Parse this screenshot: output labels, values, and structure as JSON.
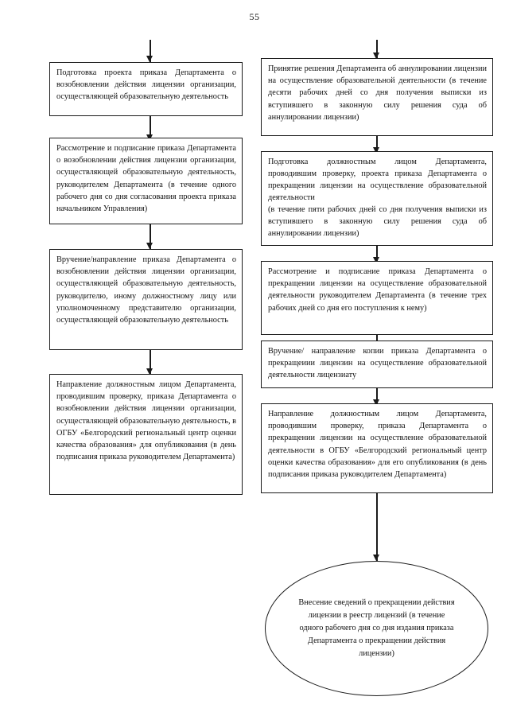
{
  "document": {
    "page_number": "55",
    "type": "flowchart",
    "language": "ru"
  },
  "left_column": {
    "nodes": [
      {
        "id": "left-1",
        "shape": "rectangle",
        "text": "Подготовка проекта приказа Департамента о возобновлении действия лицензии организации, осуществляющей образовательную деятельность"
      },
      {
        "id": "left-2",
        "shape": "rectangle",
        "text": "Рассмотрение и подписание приказа Департамента о возобновлении действия лицензии организации, осуществляющей образовательную деятельность, руководителем Департамента (в течение одного рабочего дня со дня согласования проекта приказа начальником Управления)"
      },
      {
        "id": "left-3",
        "shape": "rectangle",
        "text": "Вручение/направление приказа Департамента о возобновлении действия лицензии организации, осуществляющей образовательную деятельность, руководителю, иному должностному лицу или уполномоченному представителю организации, осуществляющей образовательную деятельность"
      },
      {
        "id": "left-4",
        "shape": "rectangle",
        "text": "Направление должностным лицом Департамента, проводившим проверку, приказа Департамента о возобновлении действия лицензии организации, осуществляющей образовательную деятельность, в ОГБУ «Белгородский региональный центр оценки качества образования» для опубликования (в день подписания приказа руководителем Департамента)"
      }
    ]
  },
  "right_column": {
    "nodes": [
      {
        "id": "right-1",
        "shape": "rectangle",
        "text": "Принятие решения Департамента об аннулировании лицензии на осуществление образовательной деятельности (в течение десяти рабочих дней со дня получения выписки из вступившего в законную силу решения суда об аннулировании лицензии)"
      },
      {
        "id": "right-2",
        "shape": "rectangle",
        "text": "Подготовка должностным лицом Департамента, проводившим проверку, проекта приказа Департамента о прекращении лицензии на осуществление образовательной деятельности"
      },
      {
        "id": "right-2b",
        "shape": "rectangle-continuation",
        "text": "(в течение пяти рабочих дней со дня получения выписки из вступившего в законную силу решения суда об аннулировании лицензии)"
      },
      {
        "id": "right-3",
        "shape": "rectangle",
        "text": "Рассмотрение и подписание приказа Департамента о прекращении лицензии на осуществление образовательной деятельности руководителем Департамента (в течение трех рабочих дней со дня его поступления к нему)"
      },
      {
        "id": "right-4",
        "shape": "rectangle",
        "text": "Вручение/ направление копии приказа Департамента о прекращеиии лицензин на осуществление образовательной деятельности лицензиату"
      },
      {
        "id": "right-5",
        "shape": "rectangle",
        "text": "Направление должностным лицом Департамента, проводившим проверку, приказа Департамента о прекращении лицензии на осуществление образовательной деятельности в ОГБУ «Белгородский региональный центр оценки качества образования» для его опубликования (в день подписания приказа руководителем Департамента)"
      }
    ],
    "terminal": {
      "id": "right-terminal",
      "shape": "ellipse",
      "text": "Внесение сведений о прекращении действия лицензии в реестр лицензий (в течение одного рабочего дня со дня издания приказа Департамента о прекращении действия лицензии)"
    }
  },
  "style": {
    "line_color": "#1a1a1a",
    "fill_color": "#ffffff",
    "text_color": "#101010"
  }
}
